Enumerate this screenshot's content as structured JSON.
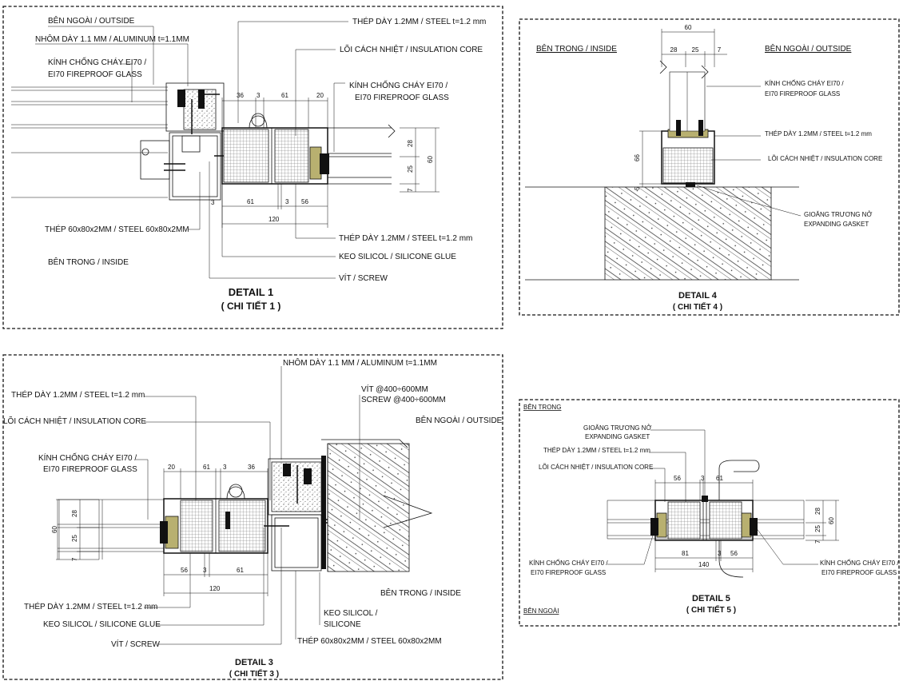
{
  "detail1": {
    "title": "DETAIL 1",
    "subtitle": "( CHI TIẾT 1 )",
    "labels": {
      "outside": "BÊN NGOÀI / OUTSIDE",
      "aluminum": "NHÔM DÀY 1.1 MM /  ALUMINUM t=1.1MM",
      "glass": [
        "KÍNH CHỐNG CHÁY EI70 /",
        "EI70 FIREPROOF GLASS"
      ],
      "steel_top": "THÉP DÀY 1.2MM /  STEEL t=1.2 mm",
      "insulation": "LÕI CÁCH NHIỆT / INSULATION CORE",
      "glass_right": [
        "KÍNH CHỐNG CHÁY EI70 /",
        "EI70 FIREPROOF GLASS"
      ],
      "steel_profile": "THÉP 60x80x2MM / STEEL 60x80x2MM",
      "inside": "BÊN TRONG / INSIDE",
      "steel_bottom": "THÉP DÀY 1.2MM /  STEEL t=1.2 mm",
      "silicone": "KEO SILICOL / SILICONE GLUE",
      "screw": "VÍT / SCREW"
    },
    "dims": {
      "top": [
        "36",
        "3",
        "61",
        "20"
      ],
      "bottom": [
        "61",
        "3",
        "56"
      ],
      "total": "120",
      "side": [
        "28",
        "25",
        "7"
      ],
      "side_total": "60",
      "gap": "3"
    }
  },
  "detail4": {
    "title": "DETAIL 4",
    "subtitle": "( CHI TIẾT 4 )",
    "labels": {
      "inside": "BÊN TRONG / INSIDE",
      "outside": "BÊN NGOÀI / OUTSIDE",
      "glass": [
        "KÍNH CHỐNG CHÁY EI70 /",
        "EI70 FIREPROOF GLASS"
      ],
      "steel": "THÉP DÀY 1.2MM /  STEEL t=1.2 mm",
      "insulation": "LÕI CÁCH NHIỆT / INSULATION CORE",
      "gasket": [
        "GIOĂNG TRƯƠNG NỞ",
        "EXPANDING GASKET"
      ]
    },
    "dims": {
      "total": "60",
      "parts": [
        "28",
        "25",
        "7"
      ],
      "height": "66",
      "gap": "5"
    }
  },
  "detail3": {
    "title": "DETAIL 3",
    "subtitle": "( CHI TIẾT 3 )",
    "labels": {
      "aluminum": "NHÔM DÀY 1.1 MM /  ALUMINUM t=1.1MM",
      "steel_top": "THÉP DÀY 1.2MM /  STEEL t=1.2 mm",
      "screw_top": [
        "VÍT @400÷600MM",
        "SCREW @400÷600MM"
      ],
      "insulation": "LÕI CÁCH NHIỆT / INSULATION CORE",
      "outside": "BÊN NGOÀI / OUTSIDE",
      "glass": [
        "KÍNH CHỐNG CHÁY EI70 /",
        "EI70 FIREPROOF GLASS"
      ],
      "inside": "BÊN TRONG / INSIDE",
      "steel_bottom": "THÉP DÀY 1.2MM /  STEEL t=1.2 mm",
      "silicone_left": "KEO SILICOL / SILICONE GLUE",
      "silicone_right": [
        "KEO SILICOL /",
        "SILICONE"
      ],
      "screw": "VÍT / SCREW",
      "steel_profile": "THÉP 60x80x2MM / STEEL 60x80x2MM"
    },
    "dims": {
      "top": [
        "20",
        "61",
        "3",
        "36"
      ],
      "bottom": [
        "56",
        "3",
        "61"
      ],
      "total": "120",
      "side": [
        "28",
        "25",
        "7"
      ],
      "side_total": "60"
    }
  },
  "detail5": {
    "title": "DETAIL 5",
    "subtitle": "( CHI TIẾT 5 )",
    "labels": {
      "inside": "BÊN TRONG",
      "outside": "BÊN NGOÀI",
      "gasket": [
        "GIOĂNG TRƯƠNG NỞ",
        "EXPANDING GASKET"
      ],
      "steel": "THÉP DÀY 1.2MM /  STEEL t=1.2 mm",
      "insulation": "LÕI CÁCH NHIỆT / INSULATION CORE",
      "glass_left": [
        "KÍNH CHỐNG CHÁY EI70 /",
        "EI70 FIREPROOF GLASS"
      ],
      "glass_right": [
        "KÍNH CHỐNG CHÁY EI70 /",
        "EI70 FIREPROOF GLASS"
      ]
    },
    "dims": {
      "top": [
        "56",
        "3",
        "61"
      ],
      "bottom": [
        "81",
        "3",
        "56"
      ],
      "total": "140",
      "side": [
        "28",
        "25",
        "7"
      ],
      "side_total": "60"
    }
  }
}
